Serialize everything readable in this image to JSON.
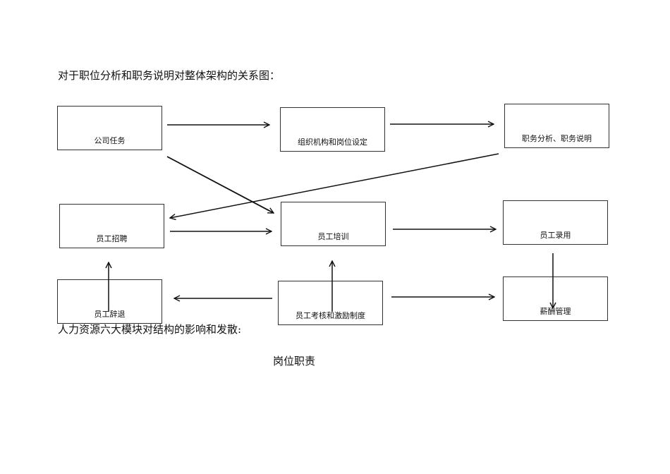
{
  "document": {
    "heading": "对于职位分析和职务说明对整体架构的关系图：",
    "subheading": "人力资源六大模块对结构的影响和发散:",
    "center_label": "岗位职责"
  },
  "nodes": {
    "company_mission": "公司任务",
    "org_structure": "组织机构和岗位设定",
    "job_analysis": "职务分析、职务说明",
    "recruitment": "员工招聘",
    "training": "员工培训",
    "hiring": "员工录用",
    "resignation": "员工辞退",
    "assessment": "员工考核和激励制度",
    "compensation": "薪酬管理"
  },
  "edges": [
    [
      "company_mission",
      "org_structure"
    ],
    [
      "org_structure",
      "job_analysis"
    ],
    [
      "company_mission",
      "training"
    ],
    [
      "job_analysis",
      "recruitment"
    ],
    [
      "recruitment",
      "training"
    ],
    [
      "training",
      "hiring"
    ],
    [
      "hiring",
      "compensation"
    ],
    [
      "resignation",
      "recruitment"
    ],
    [
      "assessment",
      "training"
    ],
    [
      "assessment",
      "resignation"
    ],
    [
      "assessment",
      "compensation"
    ]
  ]
}
